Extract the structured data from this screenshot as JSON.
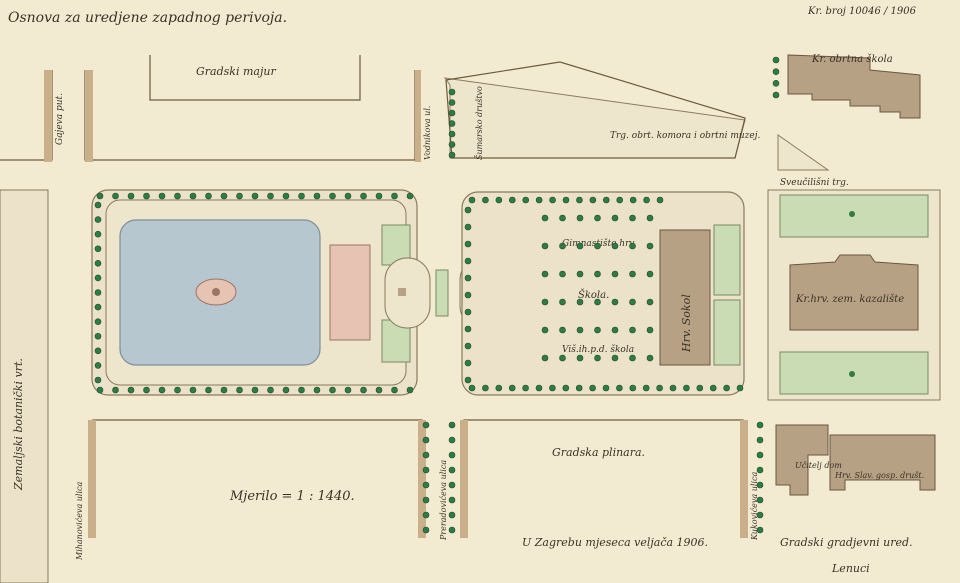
{
  "title": "Osnova za uredjene zapadnog perivoja.",
  "reference": "Kr. broj 10046 / 1906",
  "scale_text": "Mjerilo = 1 : 1440.",
  "place_date": "U Zagrebu mjeseca veljača 1906.",
  "office": "Gradski gradjevni ured.",
  "signature": "Lenuci",
  "labels": {
    "gradski_majur": "Gradski majur",
    "gajeva_ul": "Gajeva put.",
    "vodnikova_ul": "Vodnikova ul.",
    "sumarsko_drustvo": "Šumarsko društvo",
    "trg_komora": "Trg. obrt. komora i obrtni muzej.",
    "obrtna_skola": "Kr. obrtna škola",
    "sveucilisni_trg": "Sveučilišni trg.",
    "zemaljski_vrt": "Zemaljski botanički vrt.",
    "gimnastiste": "Gimnastište hrv.",
    "skola": "Škola.",
    "vis_skola": "Viš.ih.p.d. škola",
    "hrv_sokol": "Hrv. Sokol",
    "kazaliste": "Kr.hrv. zem. kazalište",
    "mihanoviceva": "Mihanovićeva ulica",
    "preradoviceva": "Preradovićeva ulica",
    "gradska_plinara": "Gradska plinara.",
    "kukoviceva": "Kukovićeva ulica",
    "ucitelj_dom": "Učitelj dom",
    "hrv_slav": "Hrv. Slav. gosp. društ."
  },
  "colors": {
    "paper": "#f3ead2",
    "tree": "#2f7a45",
    "lawn": "#c9dcb3",
    "building": "#b7a184",
    "water": "#b7c7cf"
  }
}
